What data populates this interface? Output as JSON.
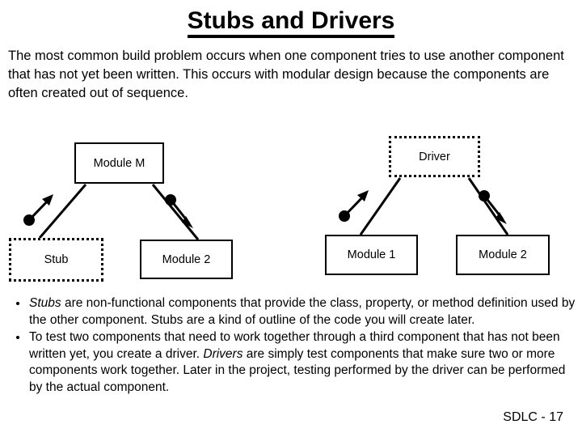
{
  "slide": {
    "title": "Stubs and Drivers",
    "intro": "The most common build problem occurs when one component tries to use another component that has not yet been written. This occurs with modular design because the components are often created out of sequence.",
    "footer": "SDLC - 17"
  },
  "diagram": {
    "left_group": {
      "parent": {
        "label": "Module M",
        "style": "solid"
      },
      "children": [
        {
          "label": "Stub",
          "style": "dotted"
        },
        {
          "label": "Module 2",
          "style": "solid"
        }
      ]
    },
    "right_group": {
      "parent": {
        "label": "Driver",
        "style": "dotted"
      },
      "children": [
        {
          "label": "Module 1",
          "style": "solid"
        },
        {
          "label": "Module 2",
          "style": "solid"
        }
      ]
    },
    "annotations": [
      {
        "name": "arrow-up-left-of-stub",
        "direction": "up-right"
      },
      {
        "name": "arrow-down-right-of-module2",
        "direction": "down-right"
      },
      {
        "name": "arrow-up-left-of-module1",
        "direction": "up-right"
      },
      {
        "name": "arrow-down-right-of-module2-right",
        "direction": "down-right"
      }
    ],
    "line_color": "#000000"
  },
  "bullets": [
    {
      "parts": [
        {
          "text": "Stubs",
          "italic": true
        },
        {
          "text": " are non-functional components that provide the class, property, or method definition used by the other component. Stubs are a kind of outline of the code you will create later.",
          "italic": false
        }
      ]
    },
    {
      "parts": [
        {
          "text": "To test two components that need to work together through a third component that has not been written yet, you create a driver. ",
          "italic": false
        },
        {
          "text": "Drivers",
          "italic": true
        },
        {
          "text": " are simply test components that make sure two or more components work together. Later in the project, testing performed by the driver can be performed by the actual component.",
          "italic": false
        }
      ]
    }
  ]
}
